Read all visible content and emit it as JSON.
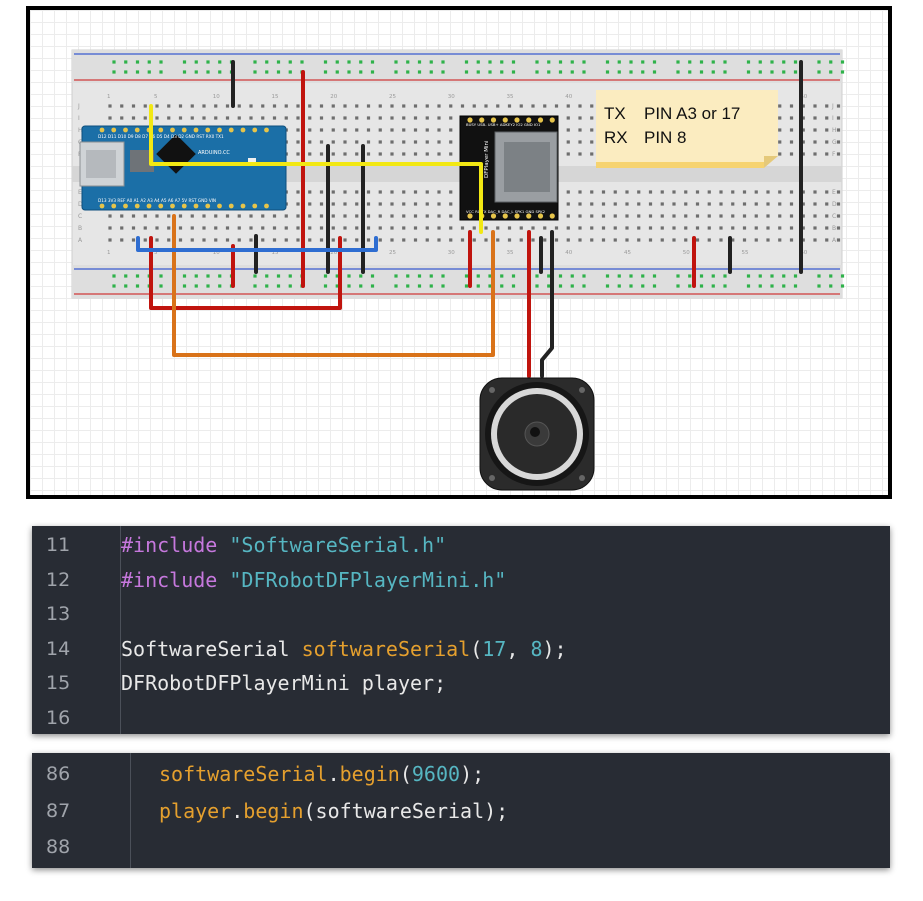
{
  "diagram": {
    "note_lines": [
      {
        "label": "TX",
        "value": "PIN A3 or 17"
      },
      {
        "label": "RX",
        "value": "PIN 8"
      }
    ],
    "breadboard": {
      "top_rows": [
        "J",
        "I",
        "H",
        "G",
        "F"
      ],
      "bottom_rows": [
        "E",
        "D",
        "C",
        "B",
        "A"
      ],
      "column_numbers": [
        "1",
        "5",
        "10",
        "15",
        "20",
        "25",
        "30",
        "35",
        "40",
        "45",
        "50",
        "55",
        "60"
      ]
    },
    "nano": {
      "brand": "ARDUINO.CC",
      "top_pins": "D12 D11 D10 D9 D8 D7 D6 D5 D4 D3 D2 GND RST RX0 TX1",
      "bottom_pins": "D13 3V3 REF A0 A1 A2 A3 A4 A5 A6 A7 5V RST GND VIN"
    },
    "dfplayer": {
      "name": "DFPlayer Mini",
      "top_pins": "BUSY USB- USB+ ADKEY2 IO2 GND IO1",
      "bottom_pins": "VCC RX TX DAC_R DAC_L SPK1 GND SPK2"
    },
    "colors": {
      "red_wire": "#c0140e",
      "black_wire": "#222222",
      "yellow_wire": "#f2e813",
      "orange_wire": "#d9731a",
      "blue_wire": "#2e6dd1",
      "board_blue": "#1b6fa7",
      "note_bg": "#fbecc0"
    }
  },
  "code_panel_1": {
    "lines": [
      {
        "num": "11",
        "tokens": [
          {
            "t": "#include ",
            "c": "kw"
          },
          {
            "t": "\"SoftwareSerial.h\"",
            "c": "str"
          }
        ]
      },
      {
        "num": "12",
        "tokens": [
          {
            "t": "#include ",
            "c": "kw"
          },
          {
            "t": "\"DFRobotDFPlayerMini.h\"",
            "c": "str"
          }
        ]
      },
      {
        "num": "13",
        "tokens": []
      },
      {
        "num": "14",
        "tokens": [
          {
            "t": "SoftwareSerial ",
            "c": "pl"
          },
          {
            "t": "softwareSerial",
            "c": "fn"
          },
          {
            "t": "(",
            "c": "pl"
          },
          {
            "t": "17",
            "c": "num"
          },
          {
            "t": ", ",
            "c": "pl"
          },
          {
            "t": "8",
            "c": "num"
          },
          {
            "t": ");",
            "c": "pl"
          }
        ]
      },
      {
        "num": "15",
        "tokens": [
          {
            "t": "DFRobotDFPlayerMini player;",
            "c": "pl"
          }
        ]
      },
      {
        "num": "16",
        "tokens": []
      }
    ]
  },
  "code_panel_2": {
    "lines": [
      {
        "num": "86",
        "tokens": [
          {
            "t": "softwareSerial",
            "c": "fn"
          },
          {
            "t": ".",
            "c": "pl"
          },
          {
            "t": "begin",
            "c": "fn"
          },
          {
            "t": "(",
            "c": "pl"
          },
          {
            "t": "9600",
            "c": "num"
          },
          {
            "t": ");",
            "c": "pl"
          }
        ]
      },
      {
        "num": "87",
        "tokens": [
          {
            "t": "player",
            "c": "fn"
          },
          {
            "t": ".",
            "c": "pl"
          },
          {
            "t": "begin",
            "c": "fn"
          },
          {
            "t": "(softwareSerial);",
            "c": "pl"
          }
        ]
      },
      {
        "num": "88",
        "tokens": []
      }
    ]
  }
}
